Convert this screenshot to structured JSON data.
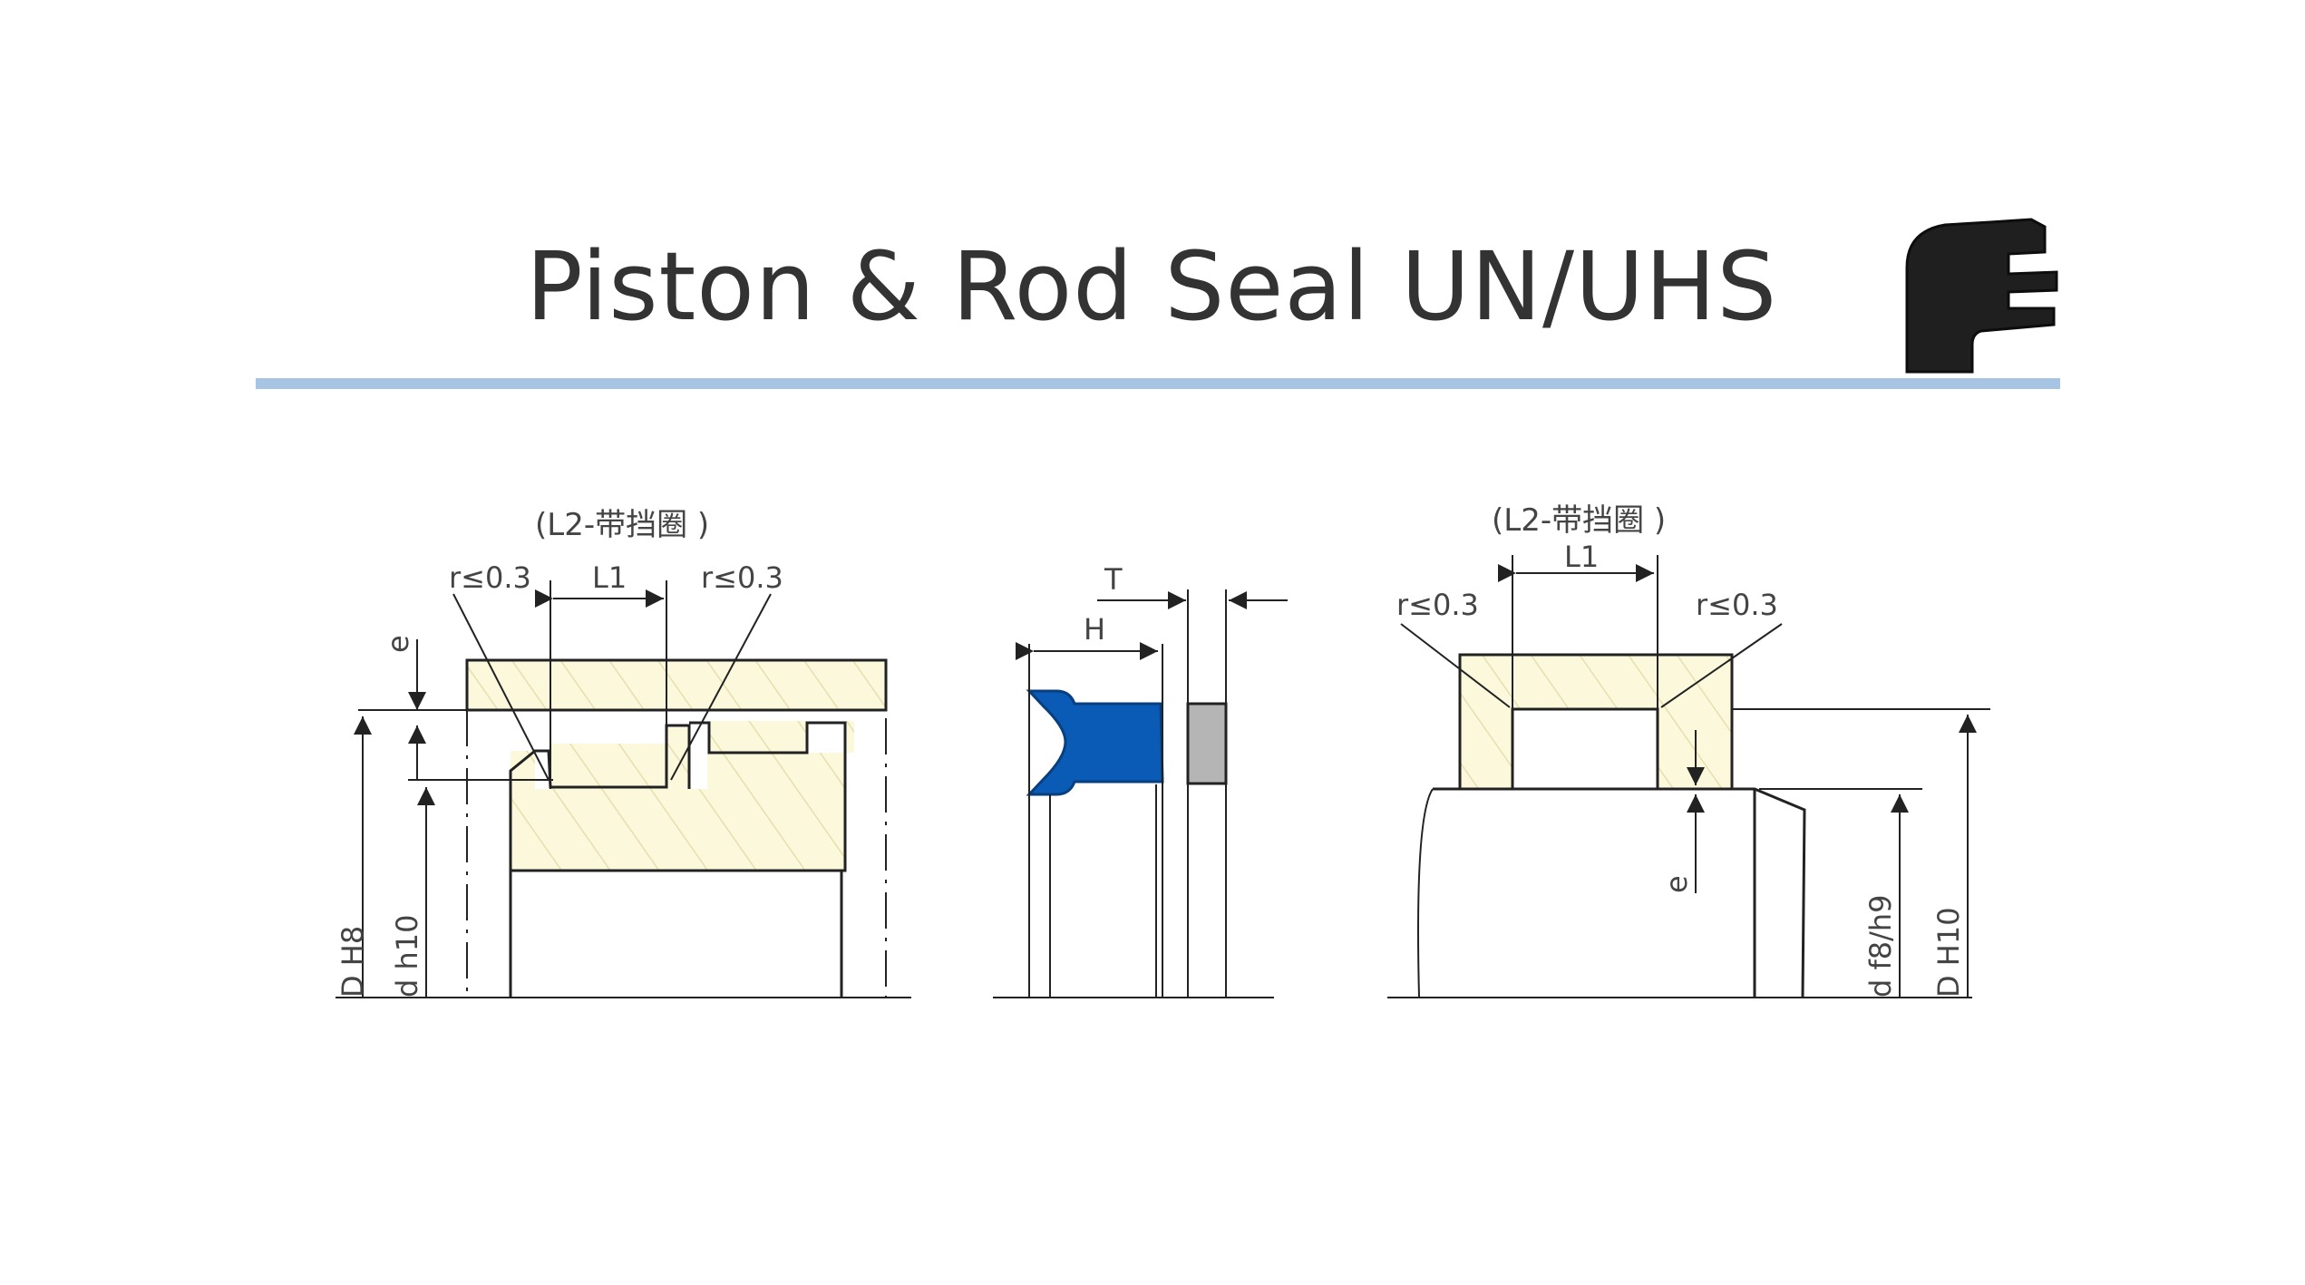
{
  "title": "Piston & Rod Seal UN/UHS",
  "colors": {
    "rule": "#a7c4e5",
    "seal_blue": "#0a5bb5",
    "hatch_fill": "#fbf8dc",
    "backup_ring": "#b5b5b5"
  },
  "icons": {
    "seal_profile": "seal-profile-icon"
  },
  "piston_view": {
    "note": "(L2-带挡圈 )",
    "r_left": "r≤0.3",
    "L1": "L1",
    "r_right": "r≤0.3",
    "e": "e",
    "D": "D H8",
    "d": "d h10"
  },
  "section_view": {
    "T": "T",
    "H": "H"
  },
  "rod_view": {
    "note": "(L2-带挡圈 )",
    "L1": "L1",
    "r_left": "r≤0.3",
    "r_right": "r≤0.3",
    "e": "e",
    "d": "d f8/h9",
    "D": "D H10"
  }
}
